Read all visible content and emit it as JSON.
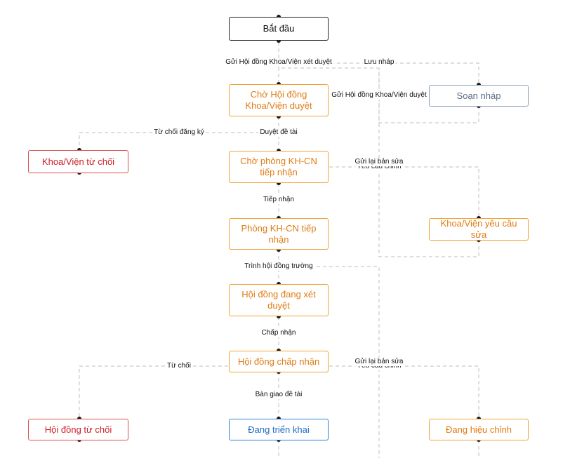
{
  "colors": {
    "edge": "#bdbdbd",
    "dot": "#1a1a1a",
    "orange": "#e07b12",
    "red": "#cc1f27",
    "blue": "#1f6bc5",
    "grey": "#5a6d86"
  },
  "nodes": {
    "start": "Bắt đầu",
    "wait_council": "Chờ Hội đồng Khoa/Viện duyệt",
    "draft": "Soạn nháp",
    "faculty_reject": "Khoa/Viện từ chối",
    "wait_office": "Chờ phòng KH-CN tiếp nhận",
    "office_accept": "Phòng KH-CN tiếp nhận",
    "faculty_request_edit": "Khoa/Viện yêu cầu sửa",
    "council_review": "Hội đồng đang xét duyệt",
    "council_accept": "Hội đồng chấp nhận",
    "council_reject": "Hội đồng từ chối",
    "deploying": "Đang triển khai",
    "revising": "Đang hiệu chỉnh"
  },
  "edges": {
    "send_council": "Gửi Hội đồng Khoa/Viện xét duyệt",
    "save_draft": "Lưu nháp",
    "send_council_from_draft": "Gửi Hội đồng Khoa/Viện duyệt",
    "reject_registration": "Từ chối đăng ký",
    "approve_topic": "Duyệt đề tài",
    "resubmit_1": "Gửi lại bản sửa",
    "request_edit_1": "Yêu cầu chỉnh",
    "receive": "Tiếp nhận",
    "submit_school_council": "Trình hội đồng trường",
    "accept": "Chấp nhận",
    "reject": "Từ chối",
    "resubmit_2": "Gửi lại bản sửa",
    "request_edit_2": "Yêu cầu chỉnh",
    "handover": "Bàn giao đề tài"
  }
}
